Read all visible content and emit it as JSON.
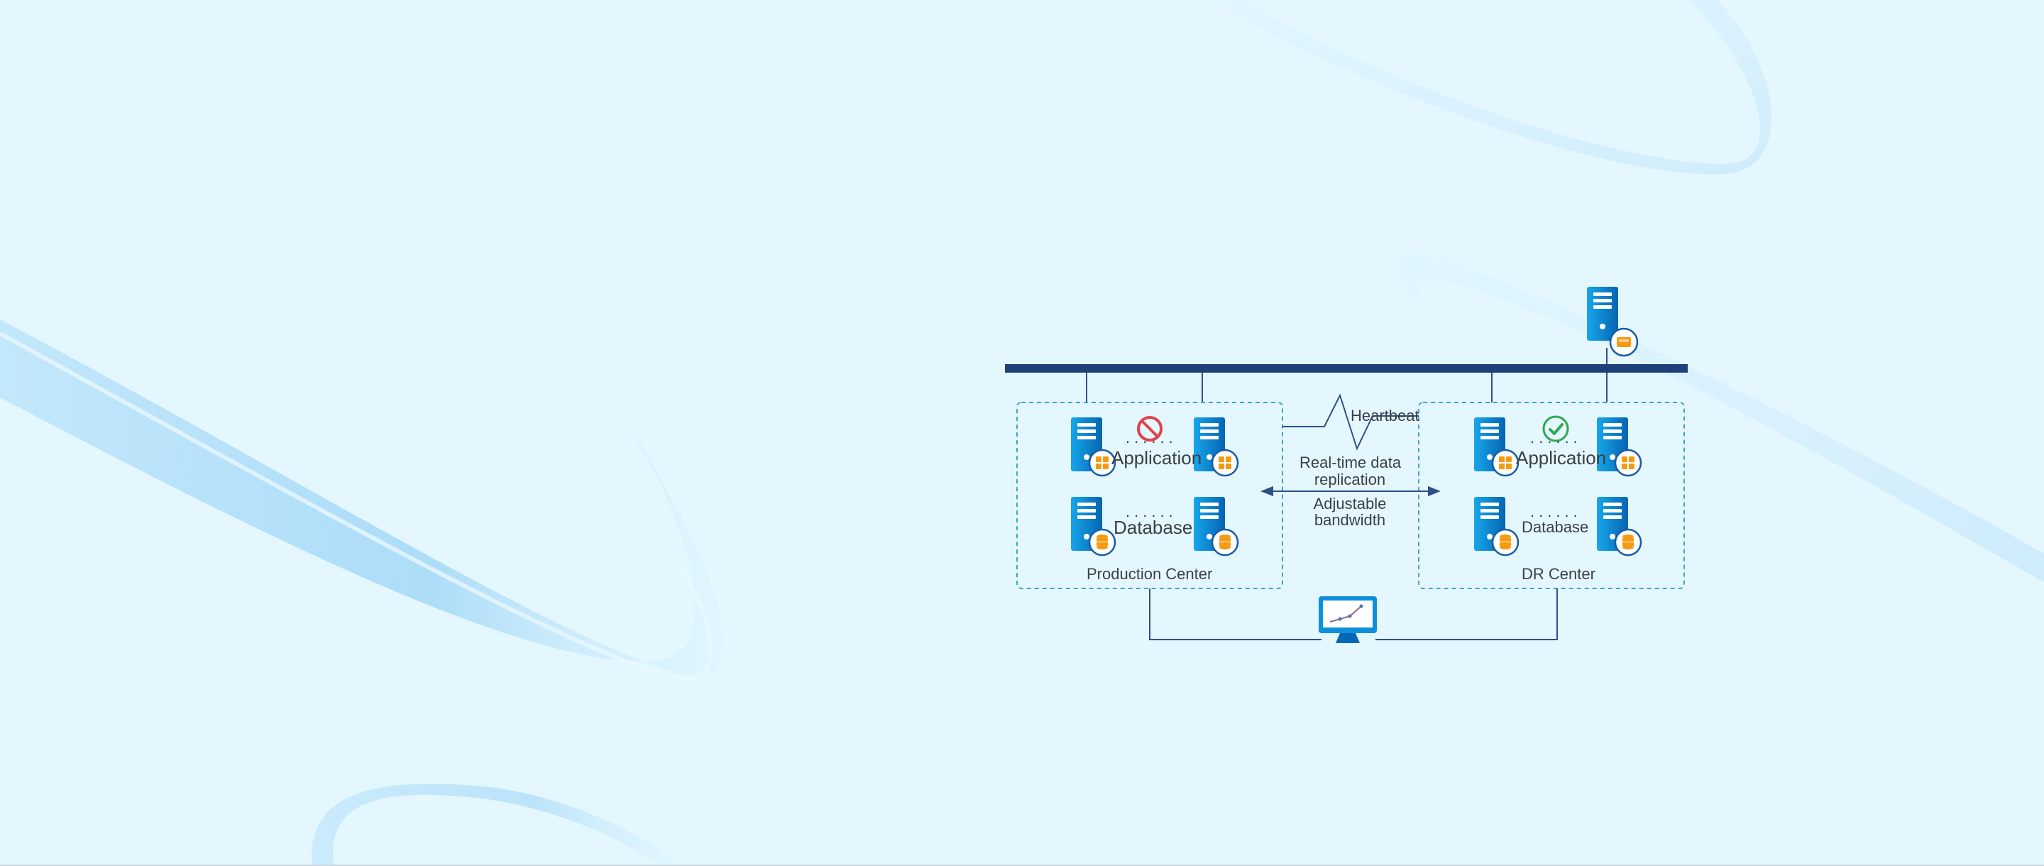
{
  "diagram": {
    "production_center": {
      "label": "Production Center",
      "application_label": "Application",
      "database_label": "Database",
      "dots": "......",
      "status_icon": "prohibited-icon"
    },
    "dr_center": {
      "label": "DR Center",
      "application_label": "Application",
      "database_label": "Database",
      "dots": "......",
      "status_icon": "checkmark-icon"
    },
    "link": {
      "heartbeat": "Heartbeat",
      "replication_line1": "Real-time data",
      "replication_line2": "replication",
      "bandwidth_line1": "Adjustable",
      "bandwidth_line2": "bandwidth"
    },
    "colors": {
      "bus": "#1f3f7a",
      "server_blue": "#0a8fdc",
      "server_dark": "#0567b5",
      "badge_orange": "#f59a12",
      "dashed_box": "#3aa6c8",
      "wire": "#2d4f8a",
      "prohibited_red": "#e0424a",
      "check_green": "#2fa84f"
    }
  }
}
